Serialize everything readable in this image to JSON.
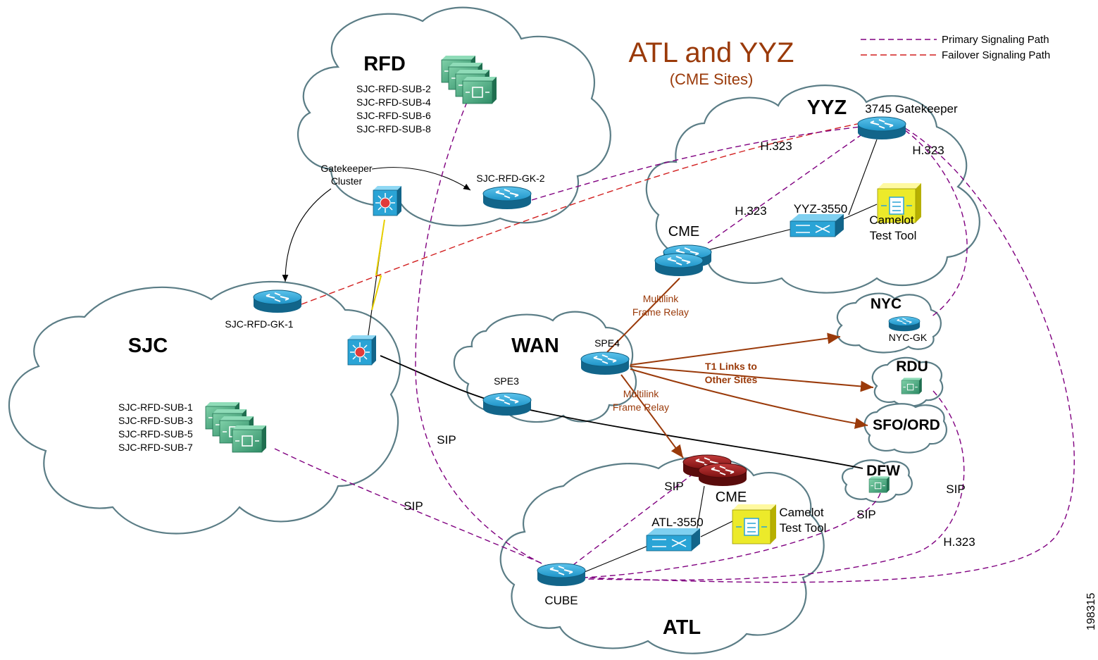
{
  "title": {
    "main": "ATL and YYZ",
    "sub": "(CME Sites)"
  },
  "legend": [
    {
      "label": "Primary Signaling Path",
      "color": "#800080"
    },
    {
      "label": "Failover Signaling Path",
      "color": "#d21f1f"
    }
  ],
  "sites": {
    "rfd": "RFD",
    "sjc": "SJC",
    "yyz": "YYZ",
    "wan": "WAN",
    "nyc": "NYC",
    "rdu": "RDU",
    "sfo": "SFO/ORD",
    "dfw": "DFW",
    "atl": "ATL"
  },
  "rfd_subs": [
    "SJC-RFD-SUB-2",
    "SJC-RFD-SUB-4",
    "SJC-RFD-SUB-6",
    "SJC-RFD-SUB-8"
  ],
  "sjc_subs": [
    "SJC-RFD-SUB-1",
    "SJC-RFD-SUB-3",
    "SJC-RFD-SUB-5",
    "SJC-RFD-SUB-7"
  ],
  "devices": {
    "gk2": "SJC-RFD-GK-2",
    "gk1": "SJC-RFD-GK-1",
    "gk_cluster_1": "Gatekeeper",
    "gk_cluster_2": "Cluster",
    "yyz_gk": "3745 Gatekeeper",
    "yyz_cme": "CME",
    "yyz_switch": "YYZ-3550",
    "yyz_camelot_1": "Camelot",
    "yyz_camelot_2": "Test Tool",
    "spe3": "SPE3",
    "spe4": "SPE4",
    "nyc_gk": "NYC-GK",
    "atl_cme": "CME",
    "atl_switch": "ATL-3550",
    "atl_camelot_1": "Camelot",
    "atl_camelot_2": "Test Tool",
    "cube": "CUBE"
  },
  "link_labels": {
    "h323_a": "H.323",
    "h323_b": "H.323",
    "h323_c": "H.323",
    "h323_d": "H.323",
    "sip_a": "SIP",
    "sip_b": "SIP",
    "sip_c": "SIP",
    "sip_d": "SIP",
    "sip_e": "SIP",
    "mfr1_1": "Multilink",
    "mfr1_2": "Frame Relay",
    "mfr2_1": "Multilink",
    "mfr2_2": "Frame Relay",
    "t1_1": "T1 Links to",
    "t1_2": "Other Sites"
  },
  "figure_id": "198315",
  "colors": {
    "primary": "#800080",
    "failover": "#d21f1f",
    "router": "#1d8fc4",
    "cme_router": "#8b1a1a",
    "server": "#3aa27a",
    "title": "#9a3a0a",
    "cloud": "#5b7d86"
  }
}
